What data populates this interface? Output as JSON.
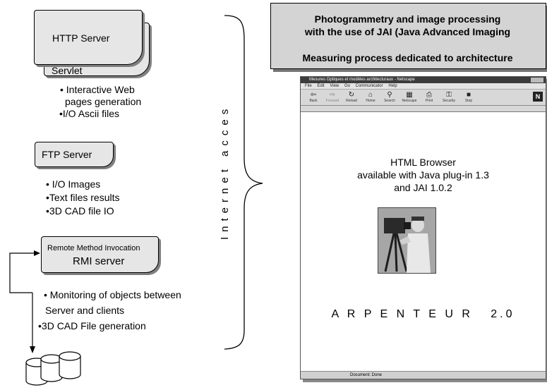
{
  "left_column": {
    "http_server": {
      "title": "HTTP Server",
      "sub": "Servlet"
    },
    "http_bullets": [
      "• Interactive Web",
      "pages generation",
      "•I/O Ascii files"
    ],
    "ftp_server": {
      "title": "FTP Server"
    },
    "ftp_bullets": [
      "• I/O Images",
      "•Text files results",
      "•3D CAD file IO"
    ],
    "rmi_server": {
      "line1": "Remote Method Invocation",
      "line2": "RMI server"
    },
    "rmi_bullets": [
      "• Monitoring of objects between",
      "Server and clients",
      "•3D CAD File generation"
    ]
  },
  "internet_label": "Internet acces",
  "title_box": {
    "line1": "Photogrammetry and image  processing",
    "line2": "with the use of JAI (Java Advanced Imaging",
    "line3": "Measuring process dedicated to architecture"
  },
  "browser": {
    "window_title": "Mesures Optiques et modèles architecturaux - Netscape",
    "menu": [
      "File",
      "Edit",
      "View",
      "Go",
      "Communicator",
      "Help"
    ],
    "toolbar": [
      "Back",
      "Forward",
      "Reload",
      "Home",
      "Search",
      "Netscape",
      "Print",
      "Security",
      "Stop"
    ],
    "status_text": "Document: Done",
    "content": {
      "line1": "HTML Browser",
      "line2": "available with  Java plug-in 1.3",
      "line3": "and JAI 1.0.2",
      "app_name": "A R P E N T E U R   2.0"
    }
  }
}
